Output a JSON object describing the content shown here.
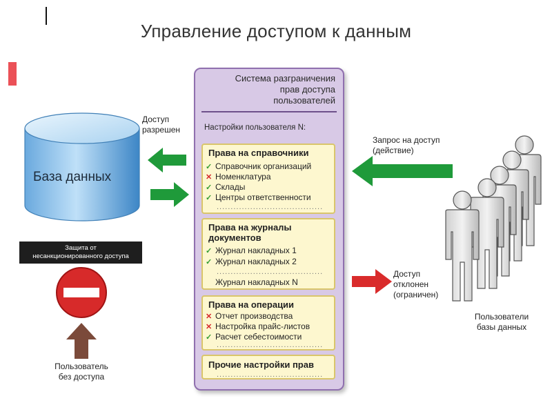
{
  "title": "Управление доступом к данным",
  "database": {
    "label": "База данных"
  },
  "access_granted": "Доступ\nразрешен",
  "protection": "Защита от\nнесанкционированного доступа",
  "user_without_access": "Пользователь\nбез доступа",
  "panel": {
    "title": "Система разграничения\nправ доступа\nпользователей",
    "subtitle": "Настройки пользователя N:",
    "sections": [
      {
        "heading": "Права на справочники",
        "items": [
          {
            "mark": "ok",
            "text": "Справочник организаций"
          },
          {
            "mark": "no",
            "text": "Номенклатура"
          },
          {
            "mark": "ok",
            "text": "Склады"
          },
          {
            "mark": "ok",
            "text": "Центры ответственности"
          }
        ]
      },
      {
        "heading": "Права на журналы\nдокументов",
        "items": [
          {
            "mark": "ok",
            "text": "Журнал накладных 1"
          },
          {
            "mark": "ok",
            "text": "Журнал накладных 2"
          },
          {
            "mark": "",
            "text": "Журнал накладных N"
          }
        ]
      },
      {
        "heading": "Права на операции",
        "items": [
          {
            "mark": "no",
            "text": "Отчет производства"
          },
          {
            "mark": "no",
            "text": "Настройка прайс-листов"
          },
          {
            "mark": "ok",
            "text": "Расчет себестоимости"
          }
        ]
      },
      {
        "heading": "Прочие настройки прав",
        "items": []
      }
    ]
  },
  "request": "Запрос на доступ\n(действие)",
  "access_denied": "Доступ\nотклонен\n(ограничен)",
  "users_label": "Пользователи\nбазы данных",
  "colors": {
    "green_arrow": "#1f9a3a",
    "red_arrow": "#d92b2b",
    "brown_arrow": "#7b4a3a",
    "panel": "#d8c9e6",
    "box": "#fdf7cf"
  },
  "icons": [
    "database-icon",
    "arrow-left-icon",
    "arrow-right-icon",
    "no-entry-icon",
    "arrow-up-icon",
    "person-icon"
  ]
}
